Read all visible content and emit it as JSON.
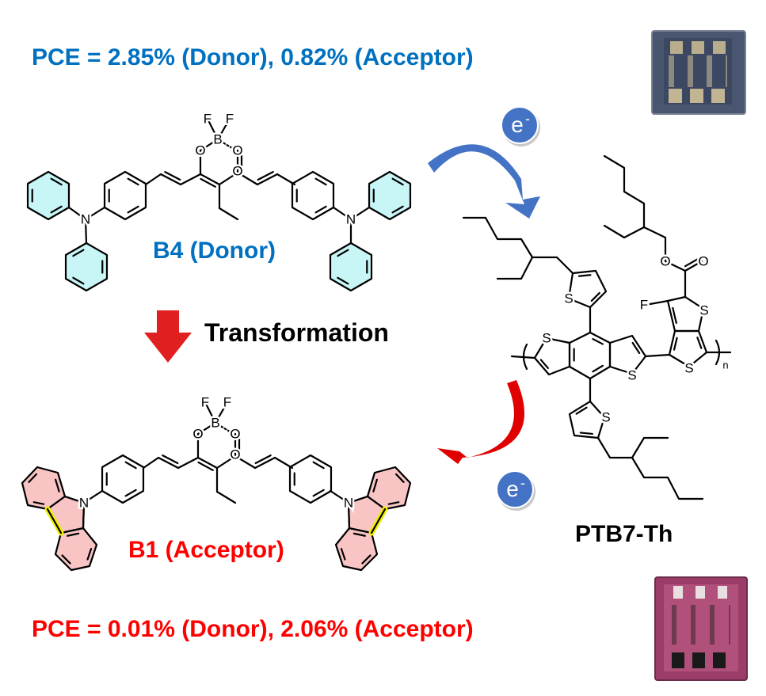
{
  "top_pce": "PCE = 2.85% (Donor), 0.82% (Acceptor)",
  "bottom_pce": "PCE = 0.01% (Donor), 2.06% (Acceptor)",
  "donor_label": "B4 (Donor)",
  "acceptor_label": "B1 (Acceptor)",
  "transformation_label": "Transformation",
  "polymer_label": "PTB7-Th",
  "electron_label": "e",
  "electron_charge": "-",
  "atoms": {
    "F": "F",
    "B": "B",
    "O": "O",
    "N": "N",
    "S": "S",
    "n": "n"
  },
  "colors": {
    "donor_blue": "#0070C0",
    "acceptor_red": "#FF0000",
    "phenyl_fill": "#C8F5F5",
    "carbazole_fill": "#F8C4C4",
    "highlight_bond": "#F0F000",
    "electron_badge": "#4472C4"
  }
}
